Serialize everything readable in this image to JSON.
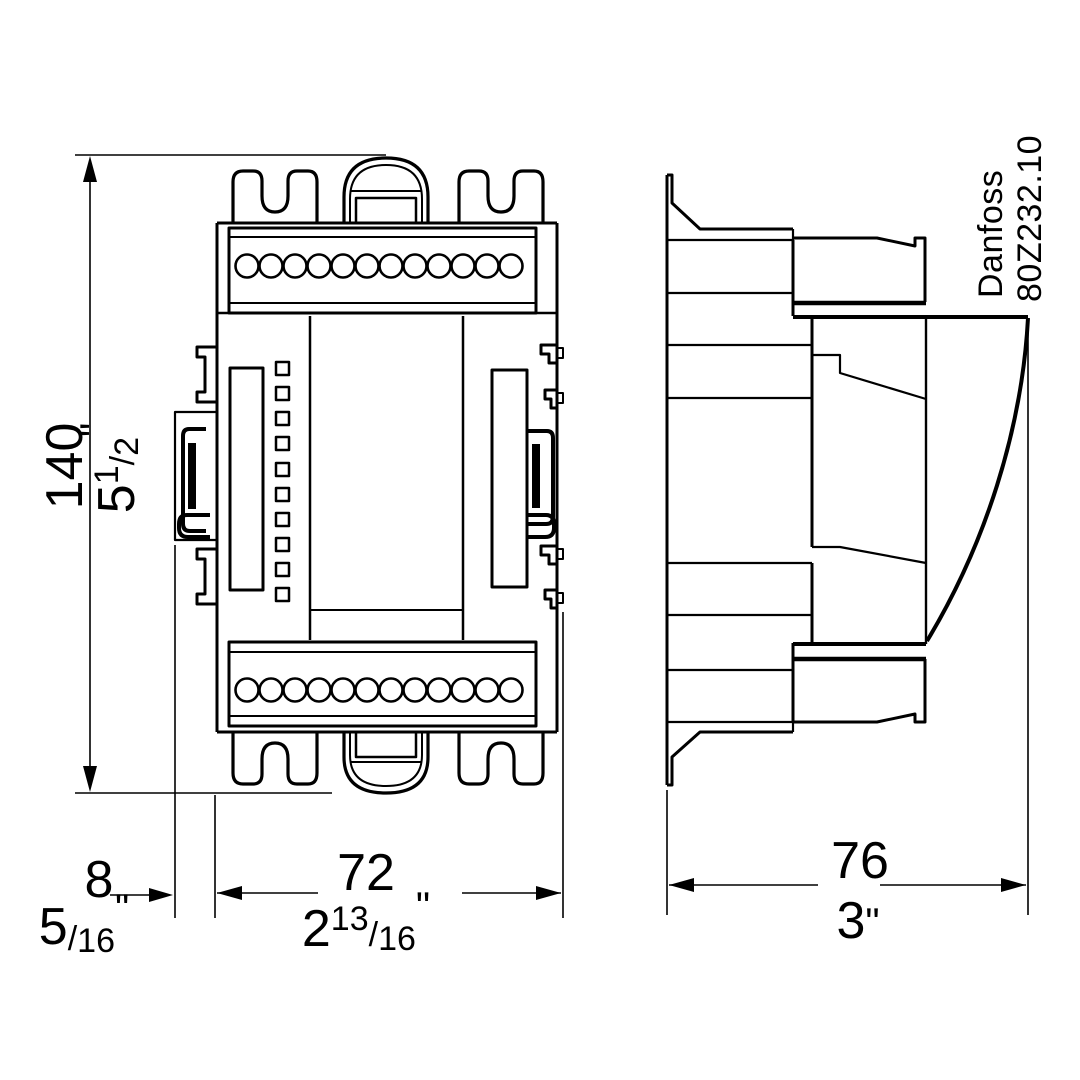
{
  "drawing": {
    "brand": {
      "name": "Danfoss",
      "part_number": "80Z232.10"
    },
    "colors": {
      "line": "#000000",
      "background": "#ffffff"
    },
    "dimensions": {
      "height": {
        "mm": "140",
        "inch_whole": "5",
        "frac_num": "1",
        "frac_sep": "/",
        "frac_den": "2",
        "unit": "\""
      },
      "side_offset": {
        "mm": "8",
        "frac_num": "5",
        "frac_sep": "/",
        "frac_den": "16",
        "unit": "\""
      },
      "width": {
        "mm": "72",
        "inch_whole": "2",
        "frac_num": "13",
        "frac_sep": "/",
        "frac_den": "16",
        "unit": "\""
      },
      "depth": {
        "mm": "76",
        "inch_whole": "3",
        "unit": "\""
      }
    }
  }
}
